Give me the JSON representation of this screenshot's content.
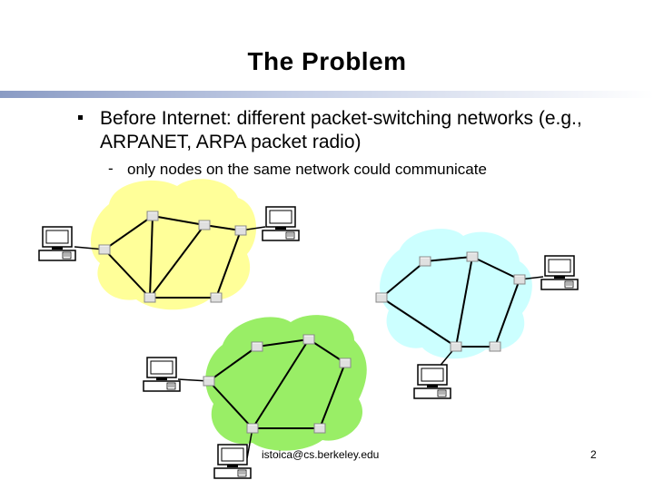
{
  "slide": {
    "title": "The Problem",
    "bullet": "Before Internet: different packet-switching networks (e.g., ARPANET, ARPA packet radio)",
    "subbullet_marker": "-",
    "subbullet": "only nodes on the same network could communicate"
  },
  "footer": {
    "email": "istoica@cs.berkeley.edu",
    "page_number": "2"
  },
  "colors": {
    "network_yellow": "#ffff99",
    "network_green": "#99ee66",
    "network_blue": "#ccffff",
    "title_rule": "#8a9bc4"
  },
  "diagram": {
    "networks": [
      "yellow",
      "green",
      "blue"
    ],
    "icons": [
      "computer-icon",
      "router-icon"
    ]
  }
}
